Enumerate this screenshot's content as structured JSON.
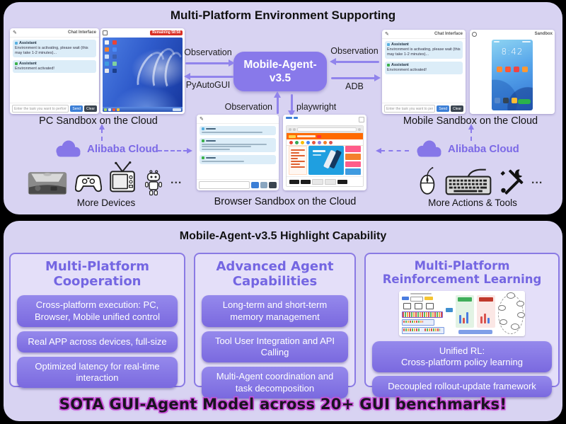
{
  "colors": {
    "panel": "#d8d3f2",
    "accent": "#8879ea",
    "pill_purple": "#8373e4",
    "heading_purple": "#7466e2",
    "banner_glow": "#c84fd8",
    "badge_red": "#d93025",
    "cloud_purple": "#8677e8"
  },
  "top": {
    "title": "Multi-Platform Environment Supporting",
    "agent": {
      "line1": "Mobile-Agent-",
      "line2": "v3.5"
    },
    "labels": {
      "pc": "PC Sandbox on the Cloud",
      "mobile": "Mobile Sandbox on the Cloud",
      "browser": "Browser Sandbox on the Cloud"
    },
    "arrows": {
      "pc_obs": "Observation",
      "pc_act": "PyAutoGUI",
      "mob_obs": "Observation",
      "mob_act": "ADB",
      "br_obs": "Observation",
      "br_act": "playwright"
    },
    "cloud_left": "Alibaba Cloud",
    "cloud_right": "Alibaba Cloud",
    "more_devices": "More Devices",
    "more_actions": "More Actions & Tools",
    "ellipsis": "...",
    "chat": {
      "header": "Chat Interface",
      "assistant": "Assistant",
      "msg1": "Environment is activating, please wait (this may take 1-2 minutes)...",
      "msg2": "Environment activated!",
      "placeholder": "Enter the task you want to perform...",
      "send": "Send",
      "clear": "Clear"
    },
    "pc_viewer": {
      "badge": "Remaining 58:58"
    },
    "mobile_viewer": {
      "header": "Sandbox",
      "clock": "8:42"
    }
  },
  "bottom": {
    "title": "Mobile-Agent-v3.5 Highlight Capability",
    "cards": [
      {
        "heading_l1": "Multi-Platform",
        "heading_l2": "Cooperation",
        "pills": [
          "Cross-platform execution: PC, Browser, Mobile unified control",
          "Real APP across devices, full-size",
          "Optimized latency for real-time interaction"
        ]
      },
      {
        "heading_l1": "Advanced Agent",
        "heading_l2": "Capabilities",
        "pills": [
          "Long-term and short-term memory management",
          "Tool User Integration and API Calling",
          "Multi-Agent coordination and task decomposition"
        ]
      },
      {
        "heading_l1": "Multi-Platform",
        "heading_l2": "Reinforcement Learning",
        "pills": [
          "Unified RL:\nCross-platform policy learning",
          "Decoupled rollout-update framework"
        ]
      }
    ],
    "banner": "SOTA GUI-Agent Model across 20+ GUI benchmarks!"
  }
}
